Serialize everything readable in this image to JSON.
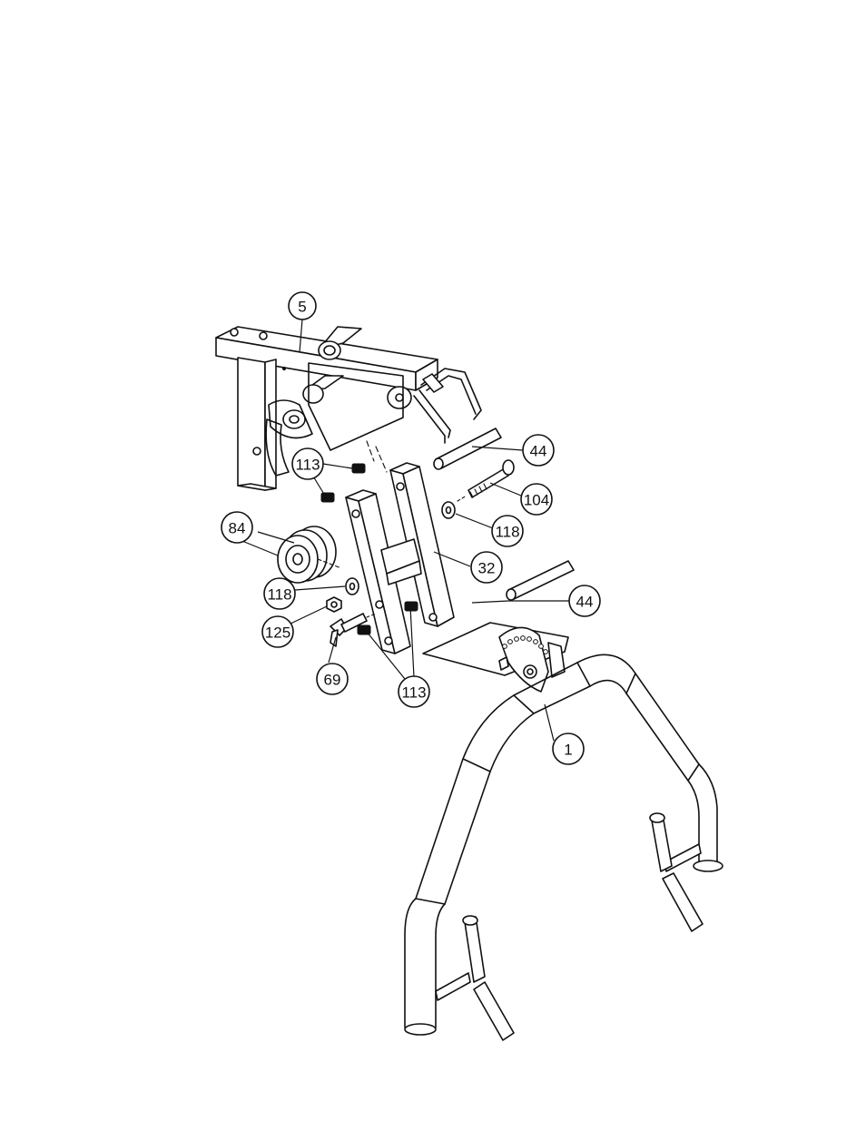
{
  "callouts": {
    "c5": {
      "label": "5"
    },
    "c113a": {
      "label": "113"
    },
    "c44a": {
      "label": "44"
    },
    "c104": {
      "label": "104"
    },
    "c118a": {
      "label": "118"
    },
    "c84": {
      "label": "84"
    },
    "c32": {
      "label": "32"
    },
    "c118b": {
      "label": "118"
    },
    "c44b": {
      "label": "44"
    },
    "c125": {
      "label": "125"
    },
    "c69": {
      "label": "69"
    },
    "c113b": {
      "label": "113"
    },
    "c1": {
      "label": "1"
    }
  }
}
